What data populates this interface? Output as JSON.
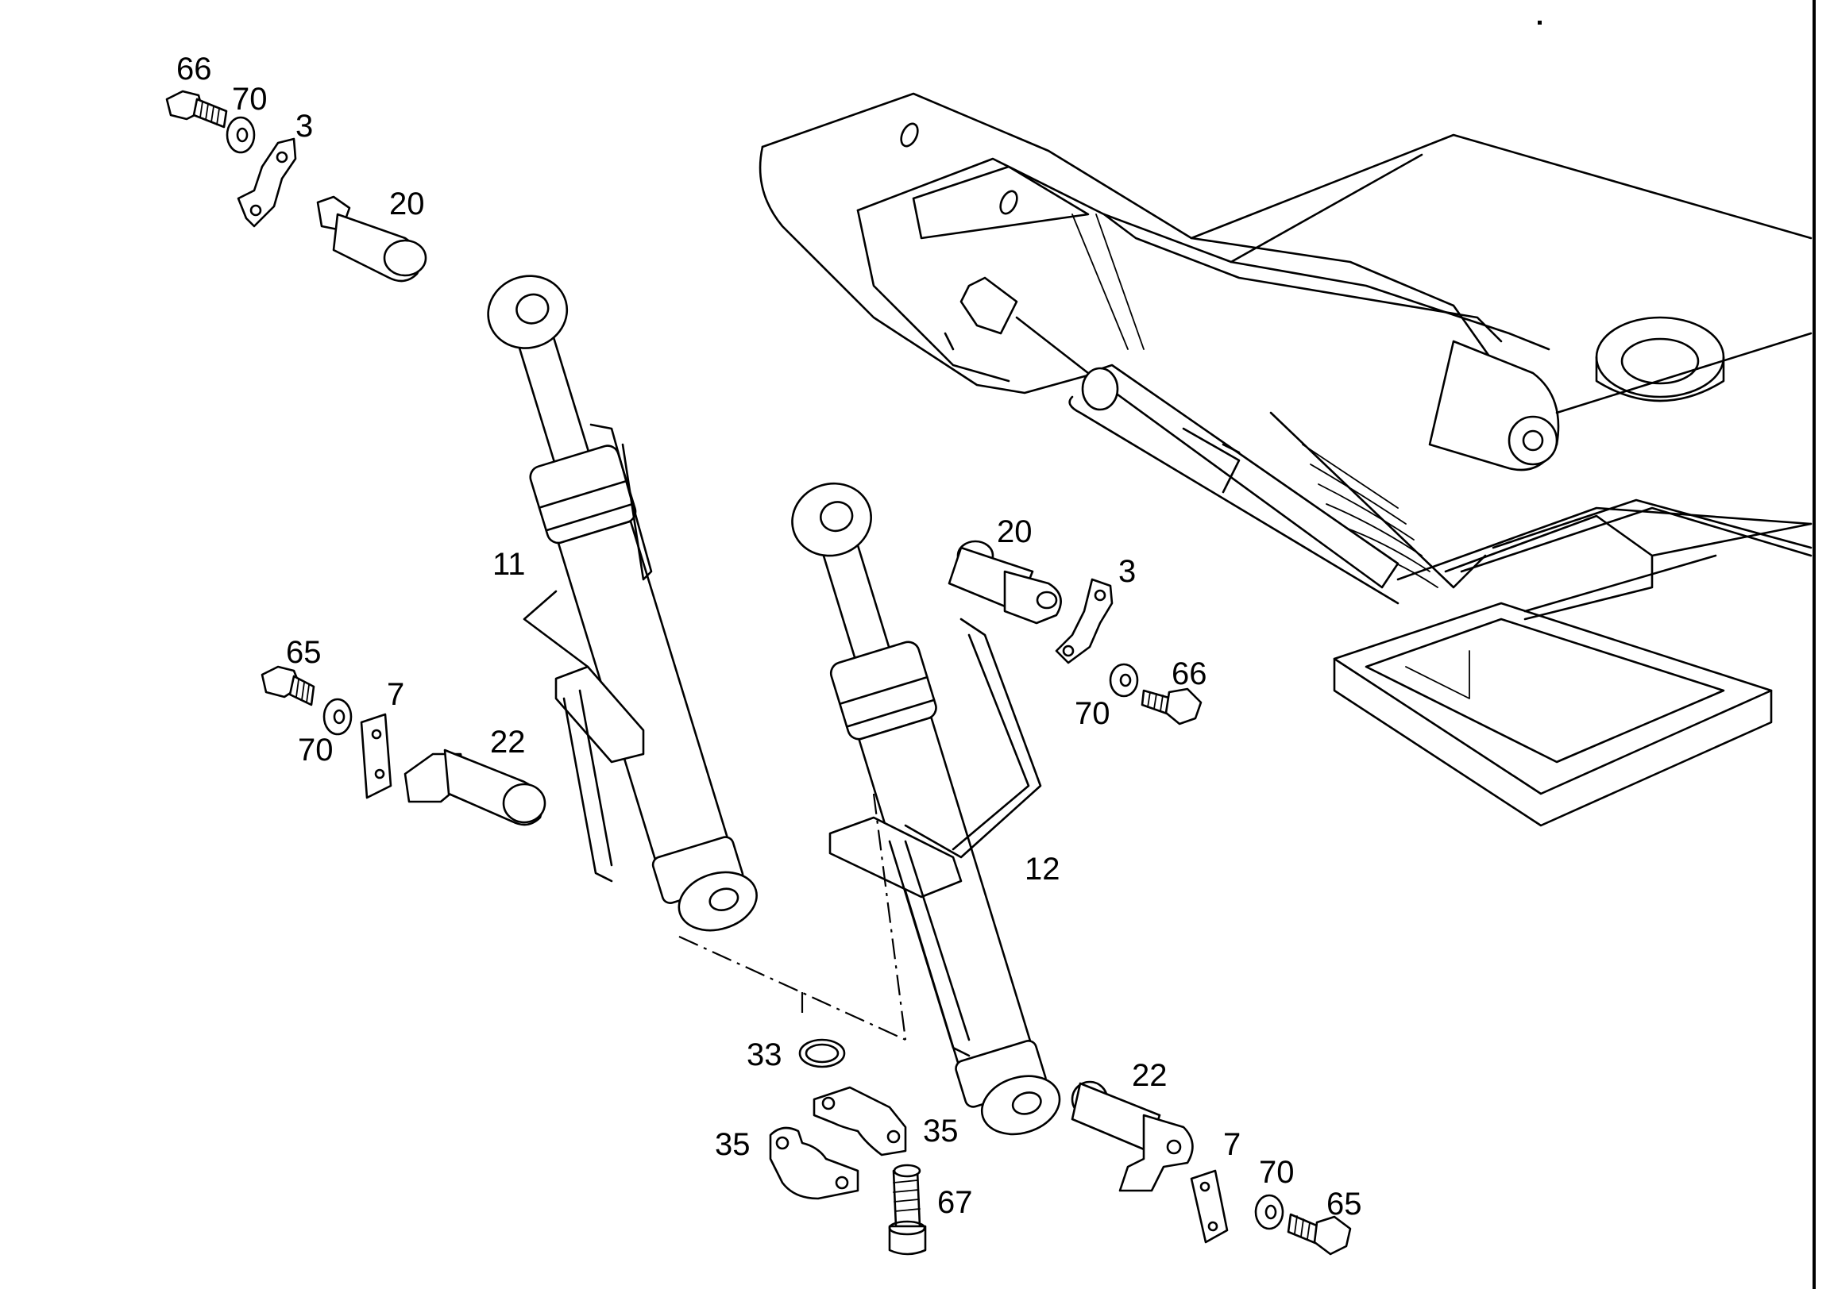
{
  "diagram": {
    "labels": {
      "cyl_left": "11",
      "cyl_right": "12",
      "bolt_tl": "66",
      "washer_tl": "70",
      "clamp_tl": "3",
      "pin_tl": "20",
      "bolt_ml": "65",
      "washer_ml": "70",
      "plate_ml": "7",
      "pin_ml": "22",
      "pin_mr": "20",
      "clamp_mr": "3",
      "bolt_mr": "66",
      "washer_mr": "70",
      "oring": "33",
      "flange_a": "35",
      "flange_b": "35",
      "screw": "67",
      "pin_br": "22",
      "plate_br": "7",
      "washer_br": "70",
      "bolt_br": "65"
    }
  }
}
